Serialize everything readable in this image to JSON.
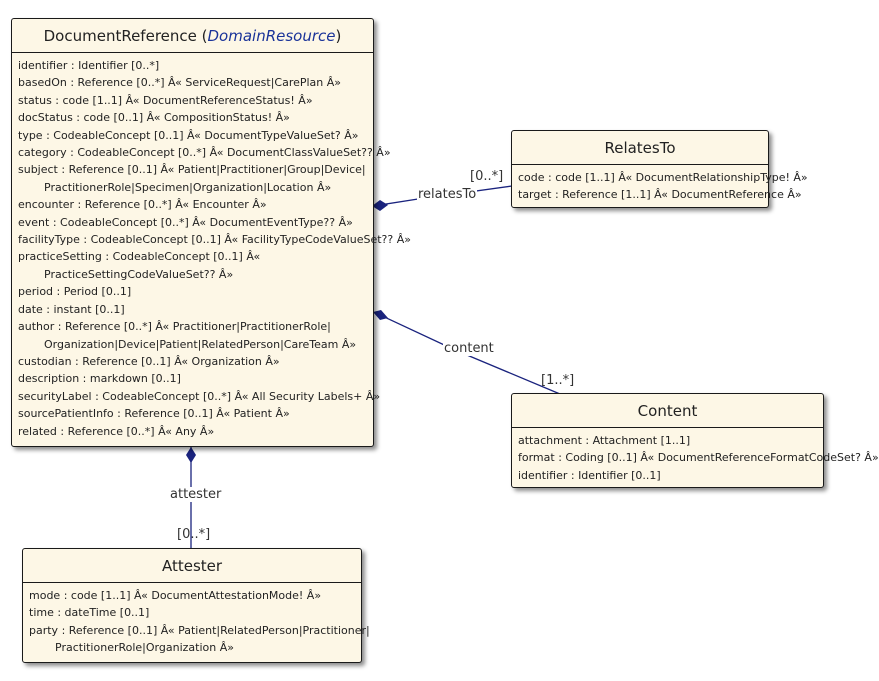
{
  "classes": {
    "document_reference": {
      "name": "DocumentReference",
      "stereotype": "DomainResource",
      "lines": [
        {
          "text": "identifier : Identifier [0..*]"
        },
        {
          "text": "basedOn : Reference [0..*] Â« ServiceRequest|CarePlan Â»"
        },
        {
          "text": "status : code [1..1] Â« DocumentReferenceStatus! Â»"
        },
        {
          "text": "docStatus : code [0..1] Â« CompositionStatus! Â»"
        },
        {
          "text": "type : CodeableConcept [0..1] Â« DocumentTypeValueSet? Â»"
        },
        {
          "text": "category : CodeableConcept [0..*] Â« DocumentClassValueSet?? Â»"
        },
        {
          "text": "subject : Reference [0..1] Â« Patient|Practitioner|Group|Device|"
        },
        {
          "text": "PractitionerRole|Specimen|Organization|Location Â»",
          "cont": true
        },
        {
          "text": "encounter : Reference [0..*] Â« Encounter Â»"
        },
        {
          "text": "event : CodeableConcept [0..*] Â« DocumentEventType?? Â»"
        },
        {
          "text": "facilityType : CodeableConcept [0..1] Â« FacilityTypeCodeValueSet?? Â»"
        },
        {
          "text": "practiceSetting : CodeableConcept [0..1] Â«"
        },
        {
          "text": "PracticeSettingCodeValueSet?? Â»",
          "cont": true
        },
        {
          "text": "period : Period [0..1]"
        },
        {
          "text": "date : instant [0..1]"
        },
        {
          "text": "author : Reference [0..*] Â« Practitioner|PractitionerRole|"
        },
        {
          "text": "Organization|Device|Patient|RelatedPerson|CareTeam Â»",
          "cont": true
        },
        {
          "text": "custodian : Reference [0..1] Â« Organization Â»"
        },
        {
          "text": "description : markdown [0..1]"
        },
        {
          "text": "securityLabel : CodeableConcept [0..*] Â« All Security Labels+ Â»"
        },
        {
          "text": "sourcePatientInfo : Reference [0..1] Â« Patient Â»"
        },
        {
          "text": "related : Reference [0..*] Â« Any Â»"
        }
      ]
    },
    "relates_to": {
      "name": "RelatesTo",
      "lines": [
        {
          "text": "code : code [1..1] Â« DocumentRelationshipType! Â»"
        },
        {
          "text": "target : Reference [1..1] Â« DocumentReference Â»"
        }
      ]
    },
    "content": {
      "name": "Content",
      "lines": [
        {
          "text": "attachment : Attachment [1..1]"
        },
        {
          "text": "format : Coding [0..1] Â« DocumentReferenceFormatCodeSet? Â»"
        },
        {
          "text": "identifier : Identifier [0..1]"
        }
      ]
    },
    "attester": {
      "name": "Attester",
      "lines": [
        {
          "text": "mode : code [1..1] Â« DocumentAttestationMode! Â»"
        },
        {
          "text": "time : dateTime [0..1]"
        },
        {
          "text": "party : Reference [0..1] Â« Patient|RelatedPerson|Practitioner|"
        },
        {
          "text": "PractitionerRole|Organization Â»",
          "cont": true
        }
      ]
    }
  },
  "associations": {
    "relates_to": {
      "label": "relatesTo",
      "multiplicity": "[0..*]"
    },
    "content": {
      "label": "content",
      "multiplicity": "[1..*]"
    },
    "attester": {
      "label": "attester",
      "multiplicity": "[0..*]"
    }
  },
  "colors": {
    "box_fill": "#fdf7e6",
    "stereotype": "#1a3399",
    "link": "#1a237e"
  }
}
